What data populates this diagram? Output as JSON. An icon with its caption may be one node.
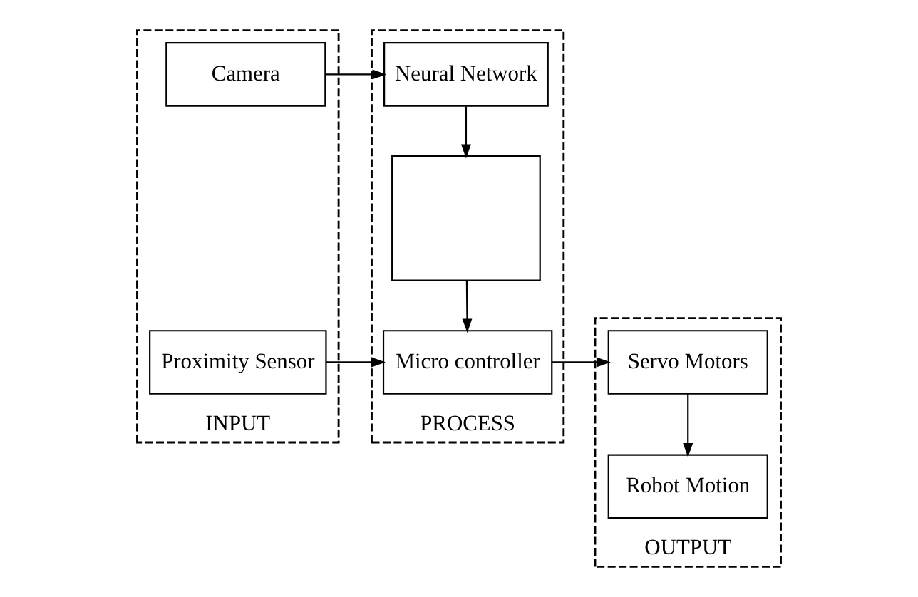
{
  "diagram": {
    "nodes": [
      {
        "text": [
          "INPUT"
        ]
      },
      {
        "text": [
          "Camera"
        ],
        "in": 0
      },
      {
        "text": [
          "Proximity Sensor"
        ],
        "in": 0
      },
      {
        "text": [
          "PROCESS"
        ]
      },
      {
        "text": [
          "Neural Network"
        ],
        "in": 3
      },
      {
        "text": [],
        "shape": "box",
        "in": 3
      },
      {
        "text": [
          "Micro controller"
        ],
        "in": 3
      },
      {
        "text": [
          "OUTPUT"
        ]
      },
      {
        "text": [
          "Servo Motors"
        ],
        "in": 7
      },
      {
        "text": [
          "Robot Motion"
        ],
        "in": 7
      }
    ],
    "edges": [
      {
        "from": 1,
        "to": 4,
        "arrow": "to"
      },
      {
        "from": 4,
        "to": 5,
        "arrow": "to"
      },
      {
        "from": 5,
        "to": 6,
        "arrow": "to"
      },
      {
        "from": 2,
        "to": 6,
        "arrow": "to"
      },
      {
        "from": 6,
        "to": 8,
        "arrow": "to"
      },
      {
        "from": 8,
        "to": 9,
        "arrow": "to"
      }
    ]
  }
}
